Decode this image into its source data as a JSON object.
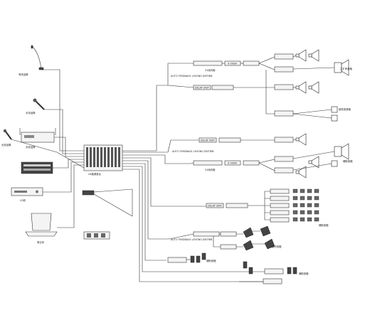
{
  "labels": {
    "mixer": "24路调音台",
    "auto_feedback_1": "AUTO FEEDBACK\nLEVONG DISTRIB",
    "auto_feedback_2": "AUTO FEEDBACK\nLEVONG DISTRIB",
    "auto_feedback_3": "AUTO FEEDBACK\nLEVONG DISTRIB",
    "delay_unit_1": "DELAY UNIT",
    "delay_unit_2": "DELAY UNIT",
    "delay_unit_3": "DELAY UNIT",
    "x_over_1": "X OVER",
    "x_over_2": "X OVER",
    "power_amp": "功放",
    "cd_player": "CD机",
    "laptop": "笔记本",
    "mic_wired": "有线话筒",
    "mic_handheld": "手持话筒",
    "wireless_mic": "无线话筒",
    "equalizer": "31段均衡",
    "speaker_main": "主扩声音箱",
    "speaker_sub": "超低音音箱",
    "speaker_monitor": "返听音箱",
    "speaker_fill": "辅助音箱"
  }
}
